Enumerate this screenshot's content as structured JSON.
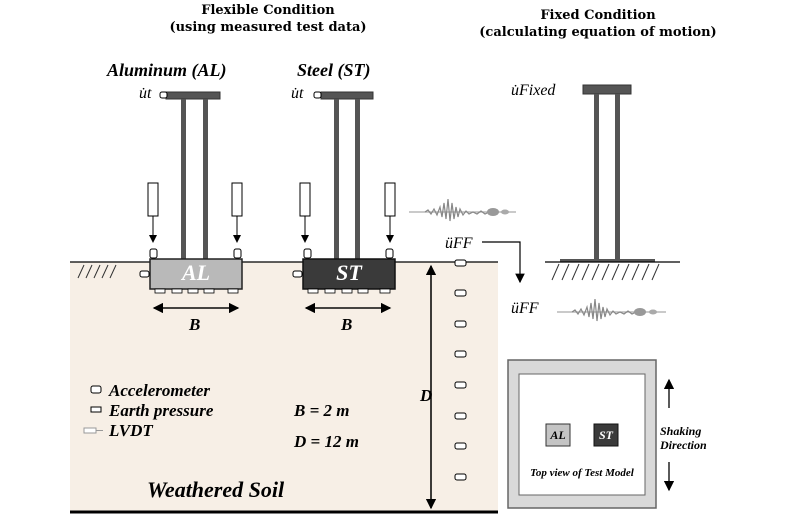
{
  "headers": {
    "flexible_line1": "Flexible Condition",
    "flexible_line2": "(using measured test data)",
    "fixed_line1": "Fixed Condition",
    "fixed_line2": "(calculating equation of motion)"
  },
  "models": {
    "aluminum_title": "Aluminum (AL)",
    "steel_title": "Steel (ST)",
    "al_label": "AL",
    "st_label": "ST"
  },
  "symbols": {
    "ut_al": "u̇t",
    "ut_st": "u̇t",
    "u_fixed": "u̇Fixed",
    "u_ff_top": "üFF",
    "u_ff_bottom": "üFF"
  },
  "dimensions": {
    "b_al": "B",
    "b_st": "B",
    "d": "D",
    "b_value": "B = 2 m",
    "d_value": "D = 12 m"
  },
  "legend": {
    "accelerometer": "Accelerometer",
    "earth_pressure": "Earth pressure",
    "lvdt": "LVDT"
  },
  "soil_label": "Weathered Soil",
  "top_view": {
    "al": "AL",
    "st": "ST",
    "caption": "Top view of Test Model",
    "shaking_line1": "Shaking",
    "shaking_line2": "Direction"
  },
  "colors": {
    "soil": "#f7efe6",
    "al_block": "#b9b9b9",
    "st_block": "#3a3a3a",
    "structure": "#555555"
  }
}
